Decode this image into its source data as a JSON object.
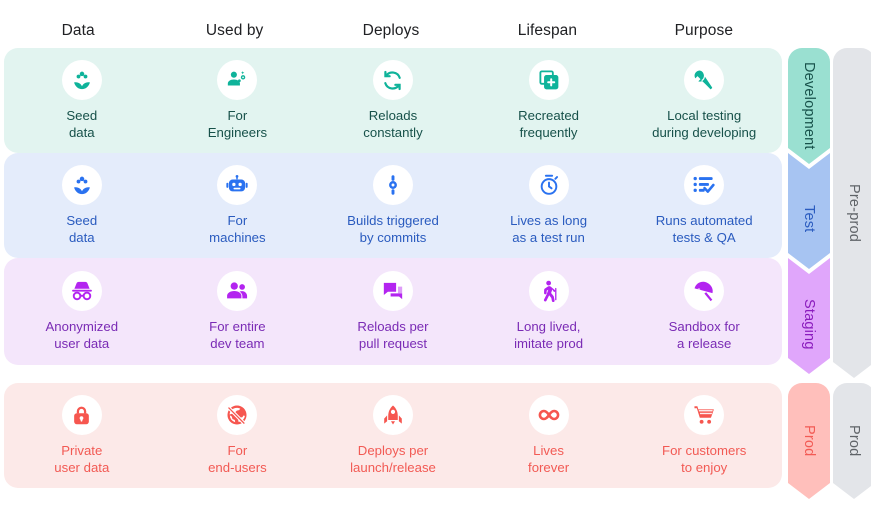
{
  "columns": [
    {
      "key": "data",
      "label": "Data"
    },
    {
      "key": "used_by",
      "label": "Used by"
    },
    {
      "key": "deploys",
      "label": "Deploys"
    },
    {
      "key": "lifespan",
      "label": "Lifespan"
    },
    {
      "key": "purpose",
      "label": "Purpose"
    }
  ],
  "colors": {
    "development_bg": "#e2f4f0",
    "development_accent": "#0fb39a",
    "development_lane": "#9ae0d1",
    "development_lane_text": "#17514a",
    "test_bg": "#e4ecfb",
    "test_accent": "#2a72f0",
    "test_lane": "#a7c4f2",
    "test_lane_text": "#2a5bbf",
    "staging_bg": "#f4e6fb",
    "staging_accent": "#b324f0",
    "staging_lane": "#e0a6fb",
    "staging_lane_text": "#8a1bbd",
    "prod_bg": "#fce9e8",
    "prod_accent": "#f6564f",
    "prod_lane": "#ffbfbb",
    "prod_lane_text": "#f25a54",
    "group_lane": "#e3e5e9",
    "group_lane_text": "#5f6368",
    "header_text": "#202124",
    "page_bg": "#ffffff"
  },
  "rows": [
    {
      "id": "development",
      "lane_label": "Development",
      "cells": [
        {
          "icon": "flower-seed-icon",
          "label": "Seed\ndata"
        },
        {
          "icon": "engineer-gear-icon",
          "label": "For\nEngineers"
        },
        {
          "icon": "refresh-loop-icon",
          "label": "Reloads\nconstantly"
        },
        {
          "icon": "add-copy-icon",
          "label": "Recreated\nfrequently"
        },
        {
          "icon": "wrench-icon",
          "label": "Local testing\nduring developing"
        }
      ]
    },
    {
      "id": "test",
      "lane_label": "Test",
      "cells": [
        {
          "icon": "flower-seed-icon",
          "label": "Seed\ndata"
        },
        {
          "icon": "robot-icon",
          "label": "For\nmachines"
        },
        {
          "icon": "commit-node-icon",
          "label": "Builds triggered\nby commits"
        },
        {
          "icon": "stopwatch-icon",
          "label": "Lives as long\nas a test run"
        },
        {
          "icon": "checklist-check-icon",
          "label": "Runs automated\ntests & QA"
        }
      ]
    },
    {
      "id": "staging",
      "lane_label": "Staging",
      "cells": [
        {
          "icon": "incognito-icon",
          "label": "Anonymized\nuser data"
        },
        {
          "icon": "people-group-icon",
          "label": "For entire\ndev team"
        },
        {
          "icon": "chat-bubbles-icon",
          "label": "Reloads per\npull request"
        },
        {
          "icon": "walking-cane-icon",
          "label": "Long lived,\nimitate prod"
        },
        {
          "icon": "beach-umbrella-icon",
          "label": "Sandbox for\na release"
        }
      ]
    },
    {
      "id": "prod",
      "lane_label": "Prod",
      "cells": [
        {
          "icon": "lock-icon",
          "label": "Private\nuser data"
        },
        {
          "icon": "globe-slash-icon",
          "label": "For\nend-users"
        },
        {
          "icon": "rocket-icon",
          "label": "Deploys per\nlaunch/release"
        },
        {
          "icon": "infinity-icon",
          "label": "Lives\nforever"
        },
        {
          "icon": "shopping-cart-icon",
          "label": "For customers\nto enjoy"
        }
      ]
    }
  ],
  "groups": [
    {
      "id": "pre-prod",
      "label": "Pre-prod"
    },
    {
      "id": "prod-group",
      "label": "Prod"
    }
  ]
}
